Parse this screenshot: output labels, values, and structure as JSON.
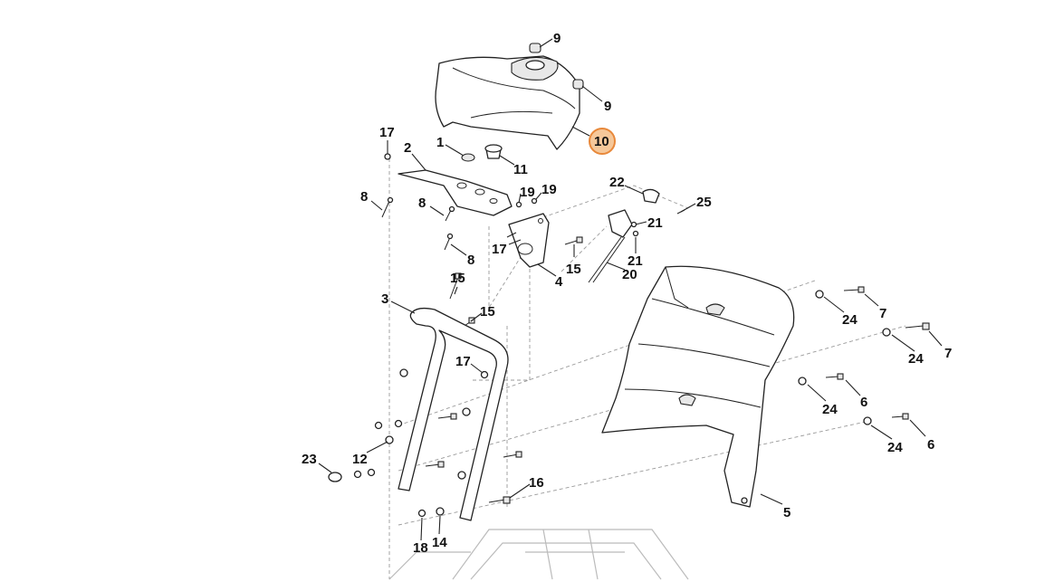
{
  "callouts": [
    {
      "label": "9"
    },
    {
      "label": "9"
    },
    {
      "label": "10",
      "highlighted": true
    },
    {
      "label": "17"
    },
    {
      "label": "2"
    },
    {
      "label": "1"
    },
    {
      "label": "11"
    },
    {
      "label": "8"
    },
    {
      "label": "8"
    },
    {
      "label": "8"
    },
    {
      "label": "19"
    },
    {
      "label": "19"
    },
    {
      "label": "17"
    },
    {
      "label": "4"
    },
    {
      "label": "15"
    },
    {
      "label": "22"
    },
    {
      "label": "25"
    },
    {
      "label": "21"
    },
    {
      "label": "21"
    },
    {
      "label": "20"
    },
    {
      "label": "15"
    },
    {
      "label": "3"
    },
    {
      "label": "15"
    },
    {
      "label": "17"
    },
    {
      "label": "24"
    },
    {
      "label": "7"
    },
    {
      "label": "24"
    },
    {
      "label": "7"
    },
    {
      "label": "24"
    },
    {
      "label": "6"
    },
    {
      "label": "24"
    },
    {
      "label": "6"
    },
    {
      "label": "23"
    },
    {
      "label": "12"
    },
    {
      "label": "16"
    },
    {
      "label": "5"
    },
    {
      "label": "18"
    },
    {
      "label": "14"
    }
  ],
  "colors": {
    "highlight_fill": "#f6c89a",
    "highlight_stroke": "#e8883a",
    "line": "#222222"
  }
}
